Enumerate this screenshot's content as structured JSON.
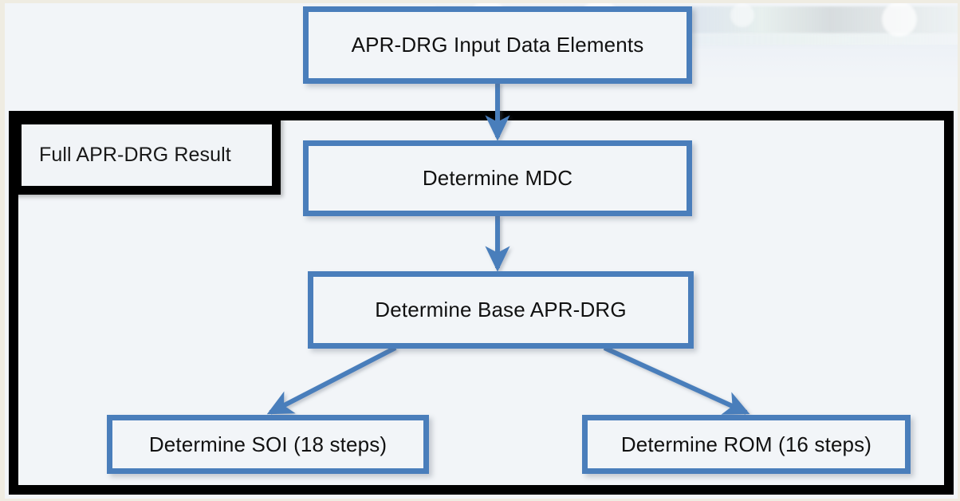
{
  "diagram": {
    "title_label": "Full APR-DRG Result",
    "colors": {
      "node_border": "#4a7ebb",
      "node_fill": "#f2f5f8",
      "group_border": "#000000",
      "connector": "#4a7ebb",
      "slide_background": "#f2f5f8",
      "slide_edge": "#efece2",
      "text": "#111111"
    },
    "nodes": [
      {
        "id": "input",
        "label": "APR-DRG Input Data Elements"
      },
      {
        "id": "mdc",
        "label": "Determine MDC"
      },
      {
        "id": "base",
        "label": "Determine Base APR-DRG"
      },
      {
        "id": "soi",
        "label": "Determine SOI (18 steps)"
      },
      {
        "id": "rom",
        "label": "Determine ROM (16 steps)"
      }
    ],
    "connectors": [
      {
        "from": "input",
        "to": "mdc",
        "style": "straight-down"
      },
      {
        "from": "mdc",
        "to": "base",
        "style": "straight-down"
      },
      {
        "from": "base",
        "to": "soi",
        "style": "diagonal-down-left"
      },
      {
        "from": "base",
        "to": "rom",
        "style": "diagonal-down-right"
      }
    ]
  }
}
